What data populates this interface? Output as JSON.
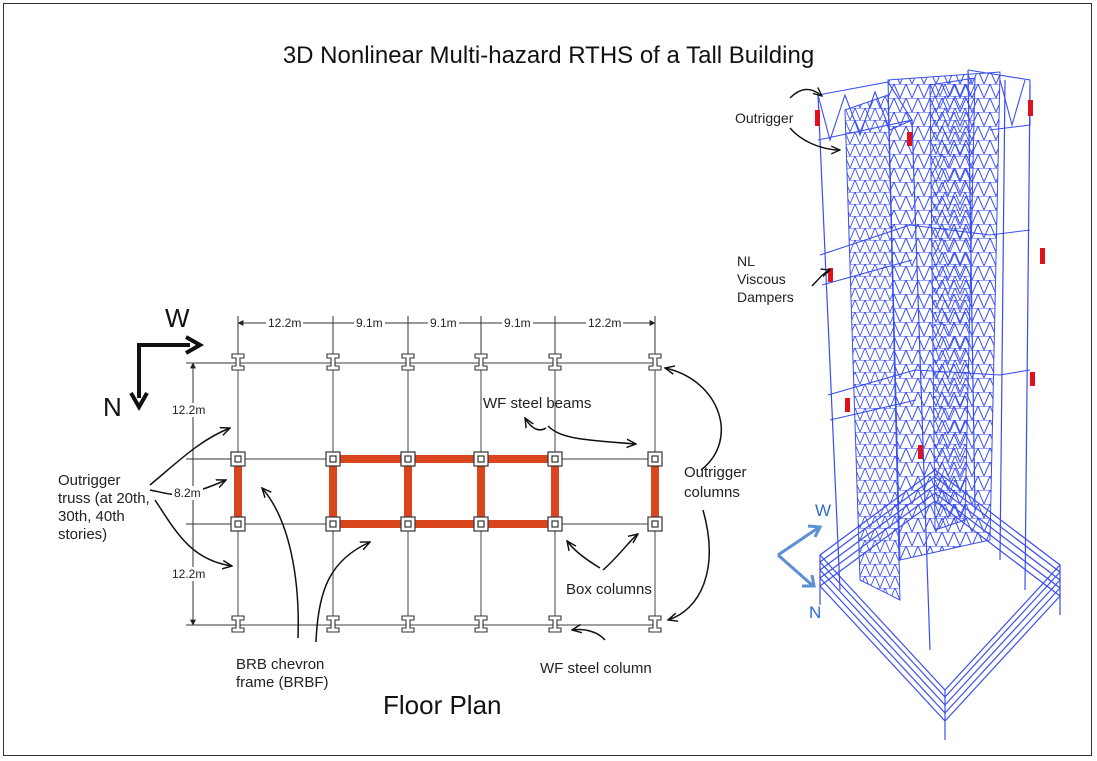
{
  "title": "3D Nonlinear Multi-hazard RTHS of a Tall Building",
  "floor_plan": {
    "caption": "Floor Plan",
    "compass": {
      "west": "W",
      "north": "N"
    },
    "bay_widths": [
      "12.2m",
      "9.1m",
      "9.1m",
      "9.1m",
      "12.2m"
    ],
    "span_depths": [
      "12.2m",
      "8.2m",
      "12.2m"
    ],
    "labels": {
      "wf_beams": "WF steel beams",
      "outrigger_columns": [
        "Outrigger",
        "columns"
      ],
      "outrigger_truss": [
        "Outrigger",
        "truss (at 20th,",
        "30th, 40th",
        "stories)"
      ],
      "box_columns": "Box columns",
      "brb_frame": [
        "BRB chevron",
        "frame (BRBF)"
      ],
      "wf_column": "WF steel column"
    },
    "colors": {
      "brace": "#d9451c",
      "grid": "#555555"
    }
  },
  "model_3d": {
    "labels": {
      "outrigger": "Outrigger",
      "dampers": [
        "NL",
        "Viscous",
        "Dampers"
      ]
    },
    "compass": {
      "west": "W",
      "north": "N"
    },
    "colors": {
      "frame": "#3a4ef0",
      "damper": "#e0101c",
      "compass": "#5b8fd6"
    }
  }
}
